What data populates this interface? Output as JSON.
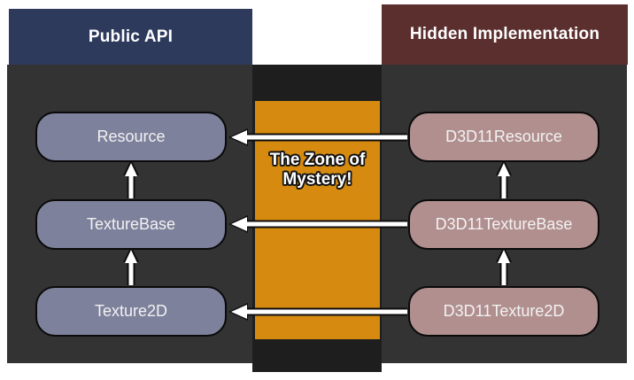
{
  "diagram": {
    "title_left": "Public API",
    "title_right": "Hidden Implementation",
    "mystery_label": "The Zone of\nMystery!",
    "colors": {
      "header_left_bg": "#2e3a5c",
      "header_right_bg": "#5c2f2f",
      "panel_bg": "#333333",
      "center_strip_bg": "#1e1e1e",
      "mystery_bg": "#d68b10",
      "node_left_bg": "#7e819c",
      "node_right_bg": "#b28f8f",
      "node_border": "#0a0a0a",
      "arrow_fill": "#ffffff",
      "arrow_outline": "#0d0d0d",
      "text": "#f2f2f2",
      "page_bg": "#ffffff"
    },
    "left_nodes": [
      {
        "id": "resource",
        "label": "Resource"
      },
      {
        "id": "texturebase",
        "label": "TextureBase"
      },
      {
        "id": "texture2d",
        "label": "Texture2D"
      }
    ],
    "right_nodes": [
      {
        "id": "d3d11resource",
        "label": "D3D11Resource"
      },
      {
        "id": "d3d11texturebase",
        "label": "D3D11TextureBase"
      },
      {
        "id": "d3d11texture2d",
        "label": "D3D11Texture2D"
      }
    ],
    "inheritance_edges": [
      {
        "from": "TextureBase",
        "to": "Resource",
        "type": "inherits-up"
      },
      {
        "from": "Texture2D",
        "to": "TextureBase",
        "type": "inherits-up"
      },
      {
        "from": "D3D11TextureBase",
        "to": "D3D11Resource",
        "type": "inherits-up"
      },
      {
        "from": "D3D11Texture2D",
        "to": "D3D11TextureBase",
        "type": "inherits-up"
      }
    ],
    "implementation_edges": [
      {
        "from": "D3D11Resource",
        "to": "Resource",
        "type": "implements-left"
      },
      {
        "from": "D3D11TextureBase",
        "to": "TextureBase",
        "type": "implements-left"
      },
      {
        "from": "D3D11Texture2D",
        "to": "Texture2D",
        "type": "implements-left"
      }
    ]
  }
}
